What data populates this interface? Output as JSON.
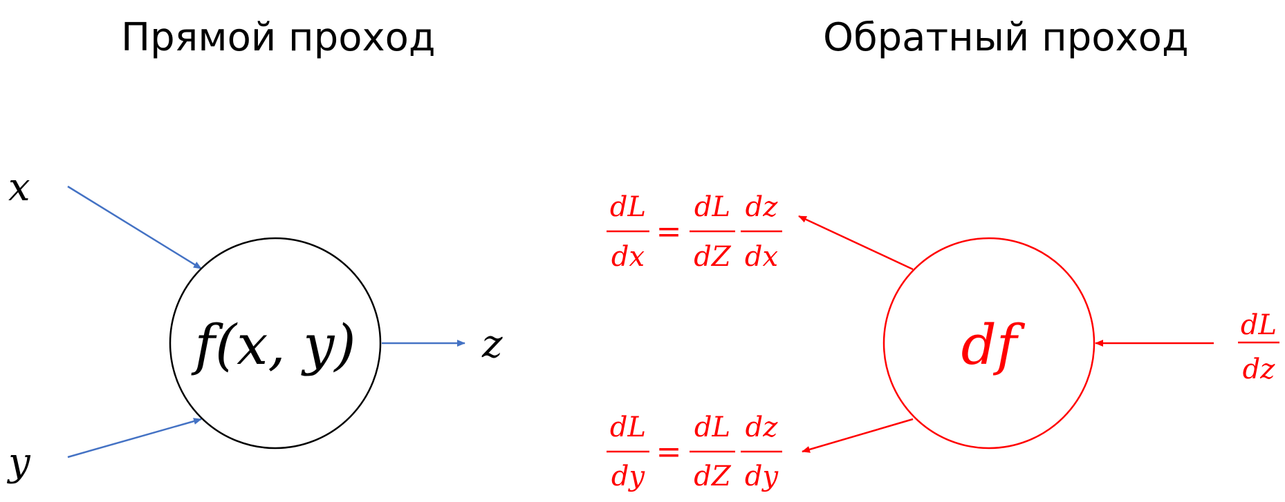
{
  "titles": {
    "forward": "Прямой проход",
    "backward": "Обратный проход"
  },
  "forward": {
    "input_x": "x",
    "input_y": "y",
    "node_label": "f(x, y)",
    "output_z": "z",
    "edge_color": "#4472c4",
    "node_color": "#000000"
  },
  "backward": {
    "node_label": "df",
    "incoming_num": "dL",
    "incoming_den": "dz",
    "grad_x": {
      "lhs_num": "dL",
      "lhs_den": "dx",
      "equals": "=",
      "f1_num": "dL",
      "f1_den": "dZ",
      "f2_num": "dz",
      "f2_den": "dx"
    },
    "grad_y": {
      "lhs_num": "dL",
      "lhs_den": "dy",
      "equals": "=",
      "f1_num": "dL",
      "f1_den": "dZ",
      "f2_num": "dz",
      "f2_den": "dy"
    },
    "color": "#ff0000"
  }
}
